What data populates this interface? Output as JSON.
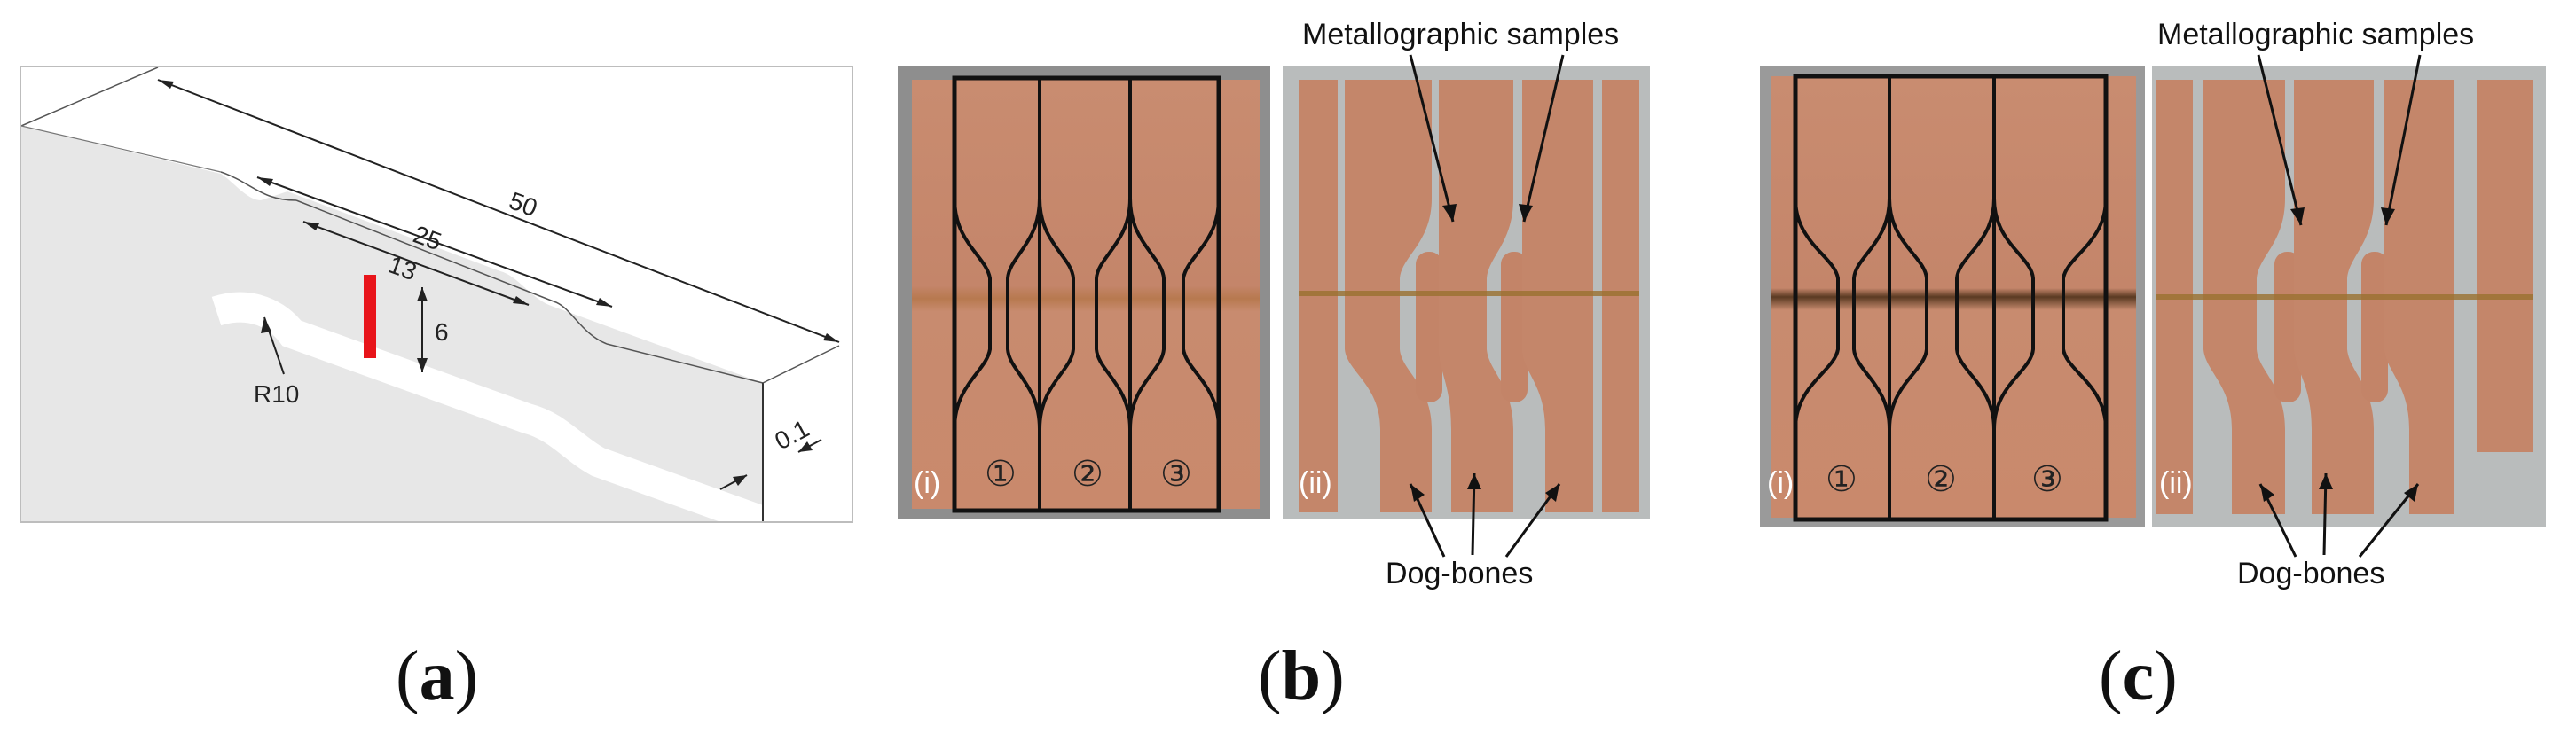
{
  "panel_a": {
    "letter": "a",
    "dimensions": {
      "total_length": "50",
      "shoulder_length": "25",
      "gauge_length": "13",
      "gauge_width": "6",
      "fillet_radius": "R10",
      "thickness": "0.1"
    },
    "colors": {
      "section_marker": "#e8141a",
      "body_fill": "#e7e7e7",
      "top_fill": "#ffffff"
    }
  },
  "panel_b": {
    "letter": "b",
    "photo_i": {
      "corner_label": "(i)",
      "region_numbers": [
        "①",
        "②",
        "③"
      ]
    },
    "photo_ii": {
      "corner_label": "(ii)"
    },
    "callout_top": "Metallographic samples",
    "callout_bottom": "Dog-bones"
  },
  "panel_c": {
    "letter": "c",
    "photo_i": {
      "corner_label": "(i)",
      "region_numbers": [
        "①",
        "②",
        "③"
      ]
    },
    "photo_ii": {
      "corner_label": "(ii)"
    },
    "callout_top": "Metallographic samples",
    "callout_bottom": "Dog-bones"
  },
  "colors": {
    "copper": "#c7876b",
    "copper_dark": "#a86a50",
    "seam": "#8a6a2a",
    "outline": "#111111",
    "photo_frame": "#9a9a9a"
  }
}
